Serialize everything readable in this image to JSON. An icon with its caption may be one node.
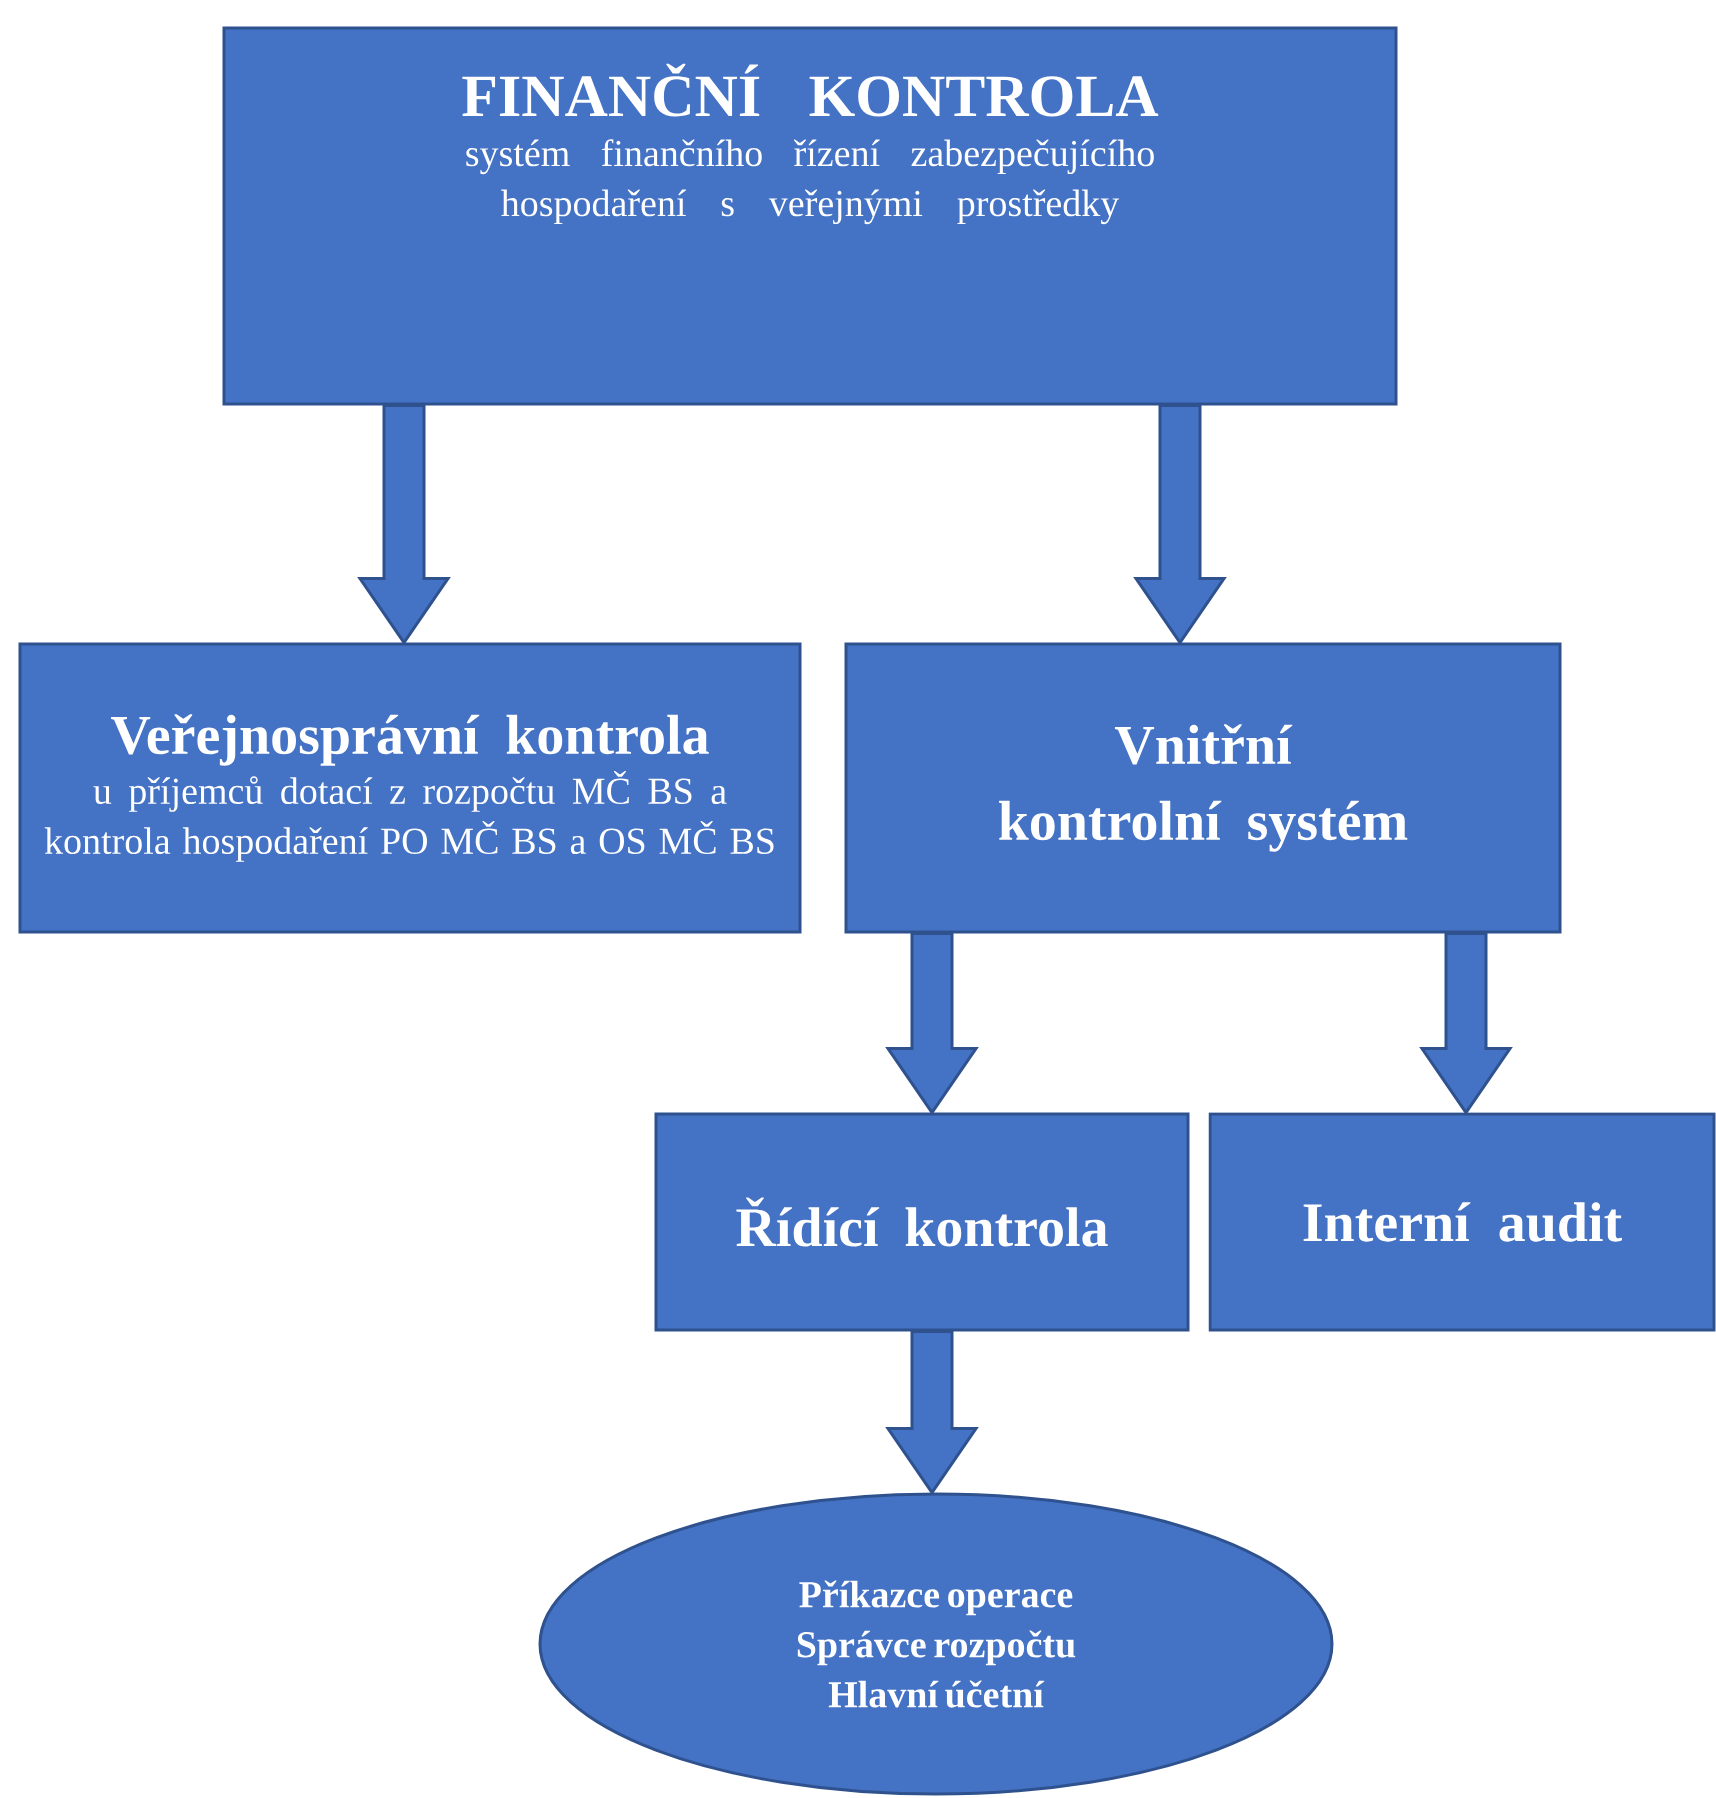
{
  "diagram": {
    "nodes": [
      {
        "text": [
          "FINANČNÍ KONTROLA",
          "systém finančního řízení zabezpečujícího hospodaření s veřejnými prostředky"
        ]
      },
      {
        "text": [
          "Veřejnosprávní kontrola",
          "u příjemců dotací z rozpočtu MČ BS a kontrola hospodaření PO MČ BS a OS MČ BS"
        ]
      },
      {
        "text": [
          "Vnitřní kontrolní systém"
        ]
      },
      {
        "text": [
          "Řídící kontrola"
        ]
      },
      {
        "text": [
          "Interní audit"
        ]
      },
      {
        "text": [
          "Příkazce operace",
          "Správce rozpočtu",
          "Hlavní účetní"
        ]
      }
    ],
    "edges": [
      {
        "from": 0,
        "to": 1,
        "arrow": "to"
      },
      {
        "from": 0,
        "to": 2,
        "arrow": "to"
      },
      {
        "from": 2,
        "to": 3,
        "arrow": "to"
      },
      {
        "from": 2,
        "to": 4,
        "arrow": "to"
      },
      {
        "from": 3,
        "to": 5,
        "arrow": "to"
      }
    ]
  }
}
